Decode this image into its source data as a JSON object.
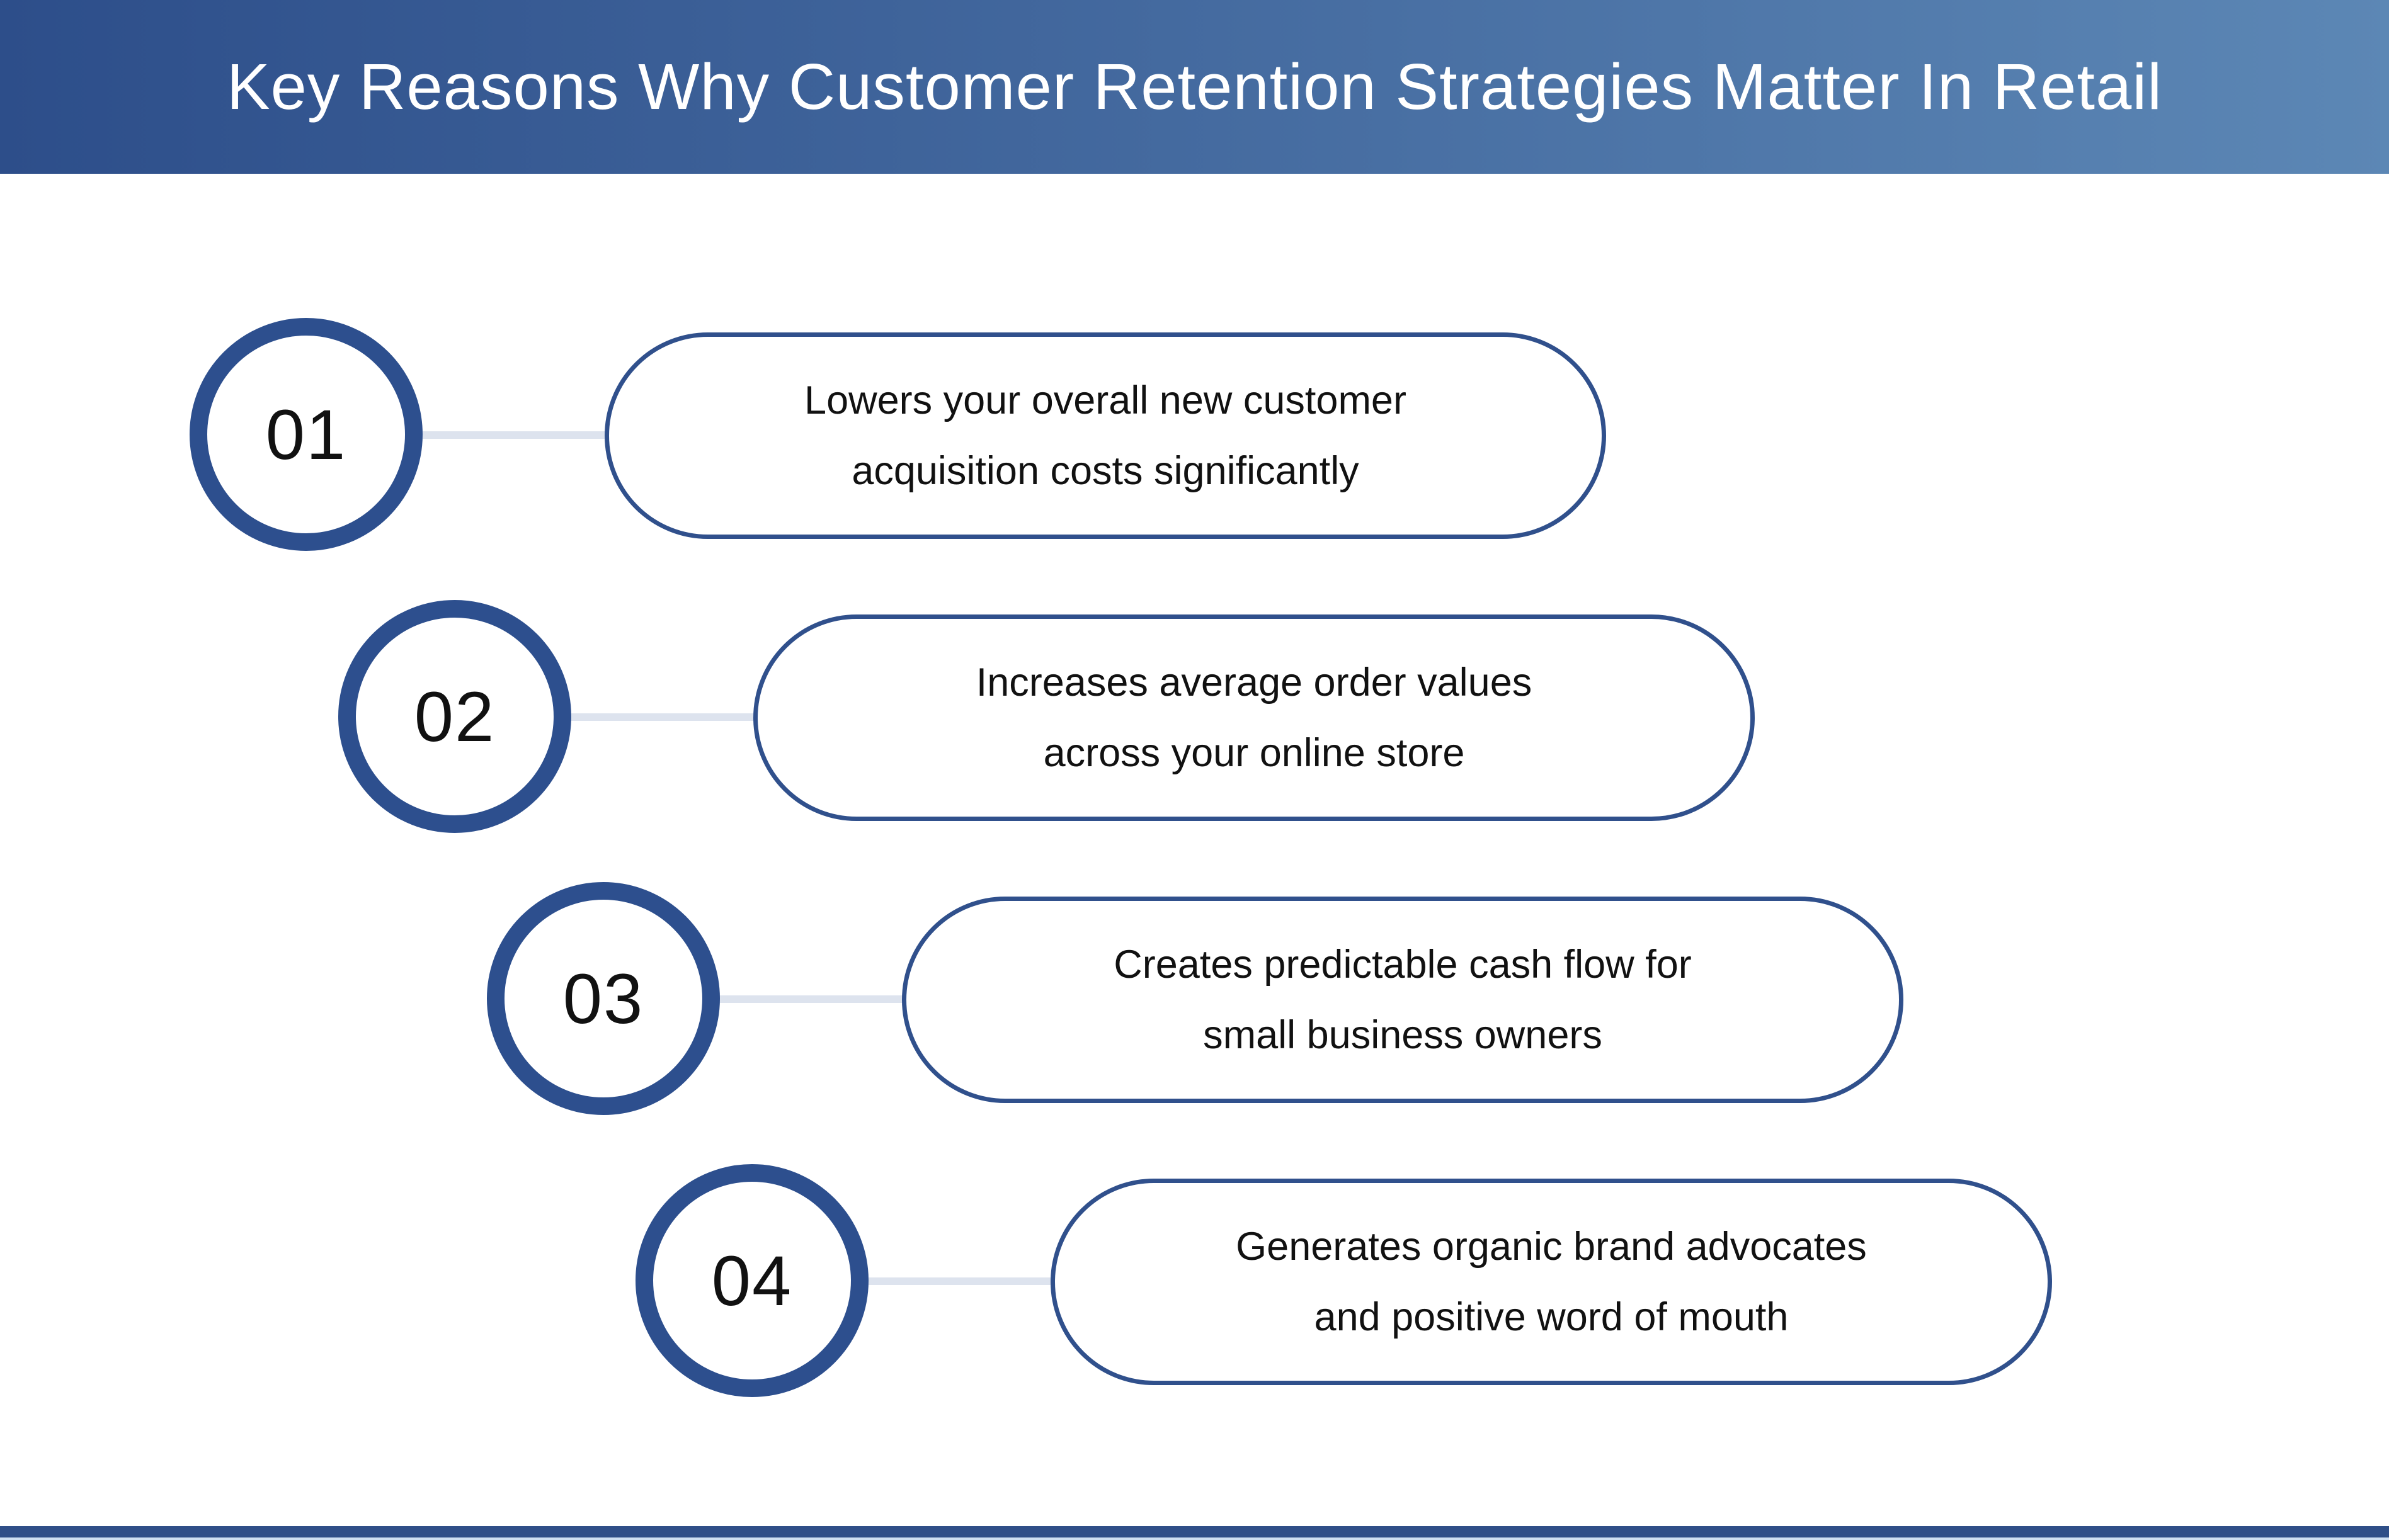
{
  "header": {
    "title": "Key Reasons Why Customer Retention Strategies Matter In Retail"
  },
  "items": [
    {
      "number": "01",
      "line1": "Lowers your overall new customer",
      "line2": "acquisition costs significantly"
    },
    {
      "number": "02",
      "line1": "Increases average order values",
      "line2": "across your online store"
    },
    {
      "number": "03",
      "line1": "Creates predictable cash flow for",
      "line2": "small business owners"
    },
    {
      "number": "04",
      "line1": "Generates organic brand advocates",
      "line2": "and positive word of mouth"
    }
  ],
  "colors": {
    "background": "#ffffff",
    "header_left": "#2d4e8a",
    "header_right": "#5c87b5",
    "circle_border": "#2d4f8e",
    "pill_border": "#30508c",
    "connector": "#dde3ee",
    "text": "#111111",
    "footer_bar": "#2f4f88",
    "footer_strip": "#cfe0f2"
  }
}
